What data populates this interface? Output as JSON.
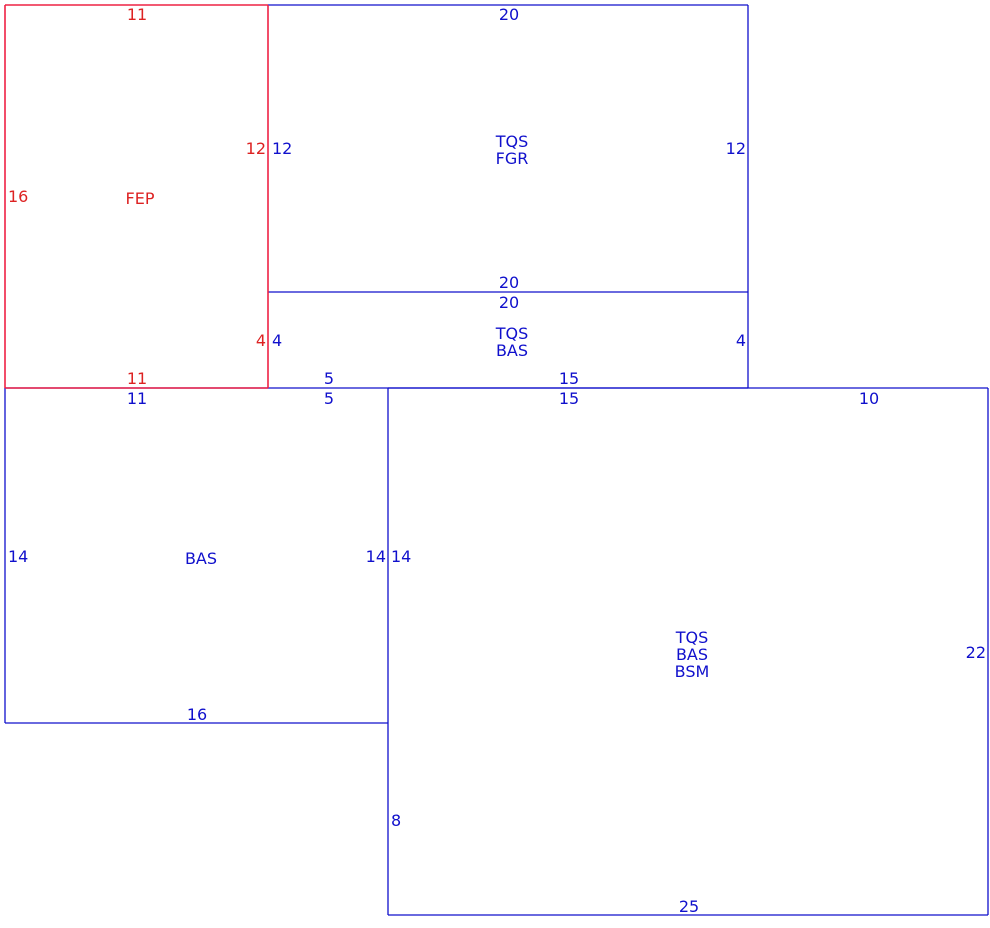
{
  "colors": {
    "blue": "#1010cc",
    "red": "#dd2222",
    "red_line": "#ee2244"
  },
  "areas": [
    {
      "id": "fep",
      "color": "red",
      "codes": [
        "FEP"
      ],
      "dims": [
        "11",
        "12",
        "4",
        "11",
        "16"
      ]
    },
    {
      "id": "tqs-fgr",
      "color": "blue",
      "codes": [
        "TQS",
        "FGR"
      ],
      "dims": [
        "20",
        "12",
        "20",
        "12"
      ]
    },
    {
      "id": "tqs-bas",
      "color": "blue",
      "codes": [
        "TQS",
        "BAS"
      ],
      "dims": [
        "20",
        "4",
        "15",
        "5",
        "4"
      ]
    },
    {
      "id": "bas",
      "color": "blue",
      "codes": [
        "BAS"
      ],
      "dims": [
        "11",
        "5",
        "14",
        "16",
        "14"
      ]
    },
    {
      "id": "tqs-bas-bsm",
      "color": "blue",
      "codes": [
        "TQS",
        "BAS",
        "BSM"
      ],
      "dims": [
        "15",
        "10",
        "22",
        "25",
        "8",
        "14"
      ]
    }
  ]
}
